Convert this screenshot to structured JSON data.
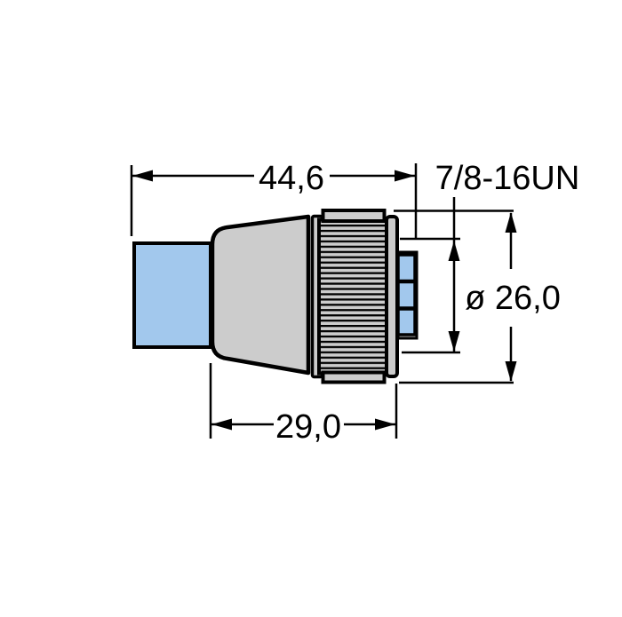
{
  "drawing": {
    "labels": {
      "overall_length": "44,6",
      "thread_spec": "7/8-16UN",
      "nut_diameter": "ø 26,0",
      "body_length": "29,0"
    },
    "colors": {
      "cable_blue": "#a2c8ed",
      "body_gray": "#cccccc",
      "line_black": "#000000",
      "background": "#ffffff"
    }
  }
}
